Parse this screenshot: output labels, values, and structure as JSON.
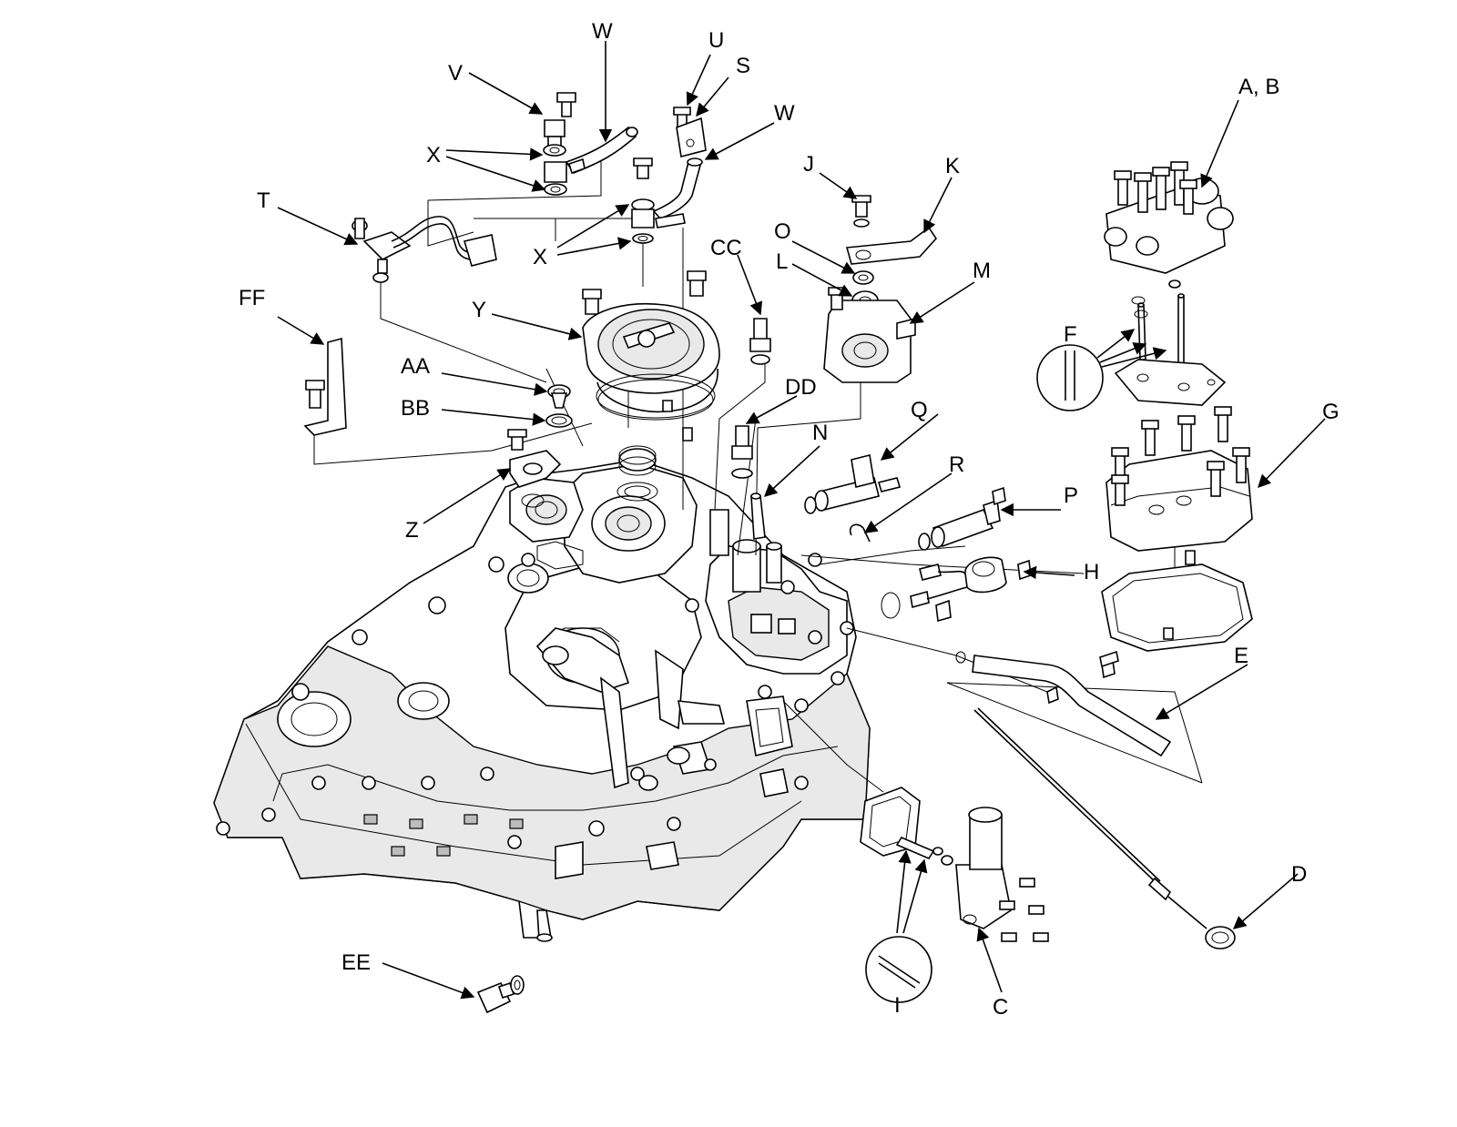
{
  "diagram": {
    "labels": {
      "A_B": "A, B",
      "C": "C",
      "D": "D",
      "E": "E",
      "F": "F",
      "G": "G",
      "H": "H",
      "I": "I",
      "J": "J",
      "K": "K",
      "L": "L",
      "M": "M",
      "N": "N",
      "O": "O",
      "P": "P",
      "Q": "Q",
      "R": "R",
      "S": "S",
      "T": "T",
      "U": "U",
      "V": "V",
      "W": "W",
      "X": "X",
      "Y": "Y",
      "Z": "Z",
      "AA": "AA",
      "BB": "BB",
      "CC": "CC",
      "DD": "DD",
      "EE": "EE",
      "FF": "FF"
    }
  }
}
